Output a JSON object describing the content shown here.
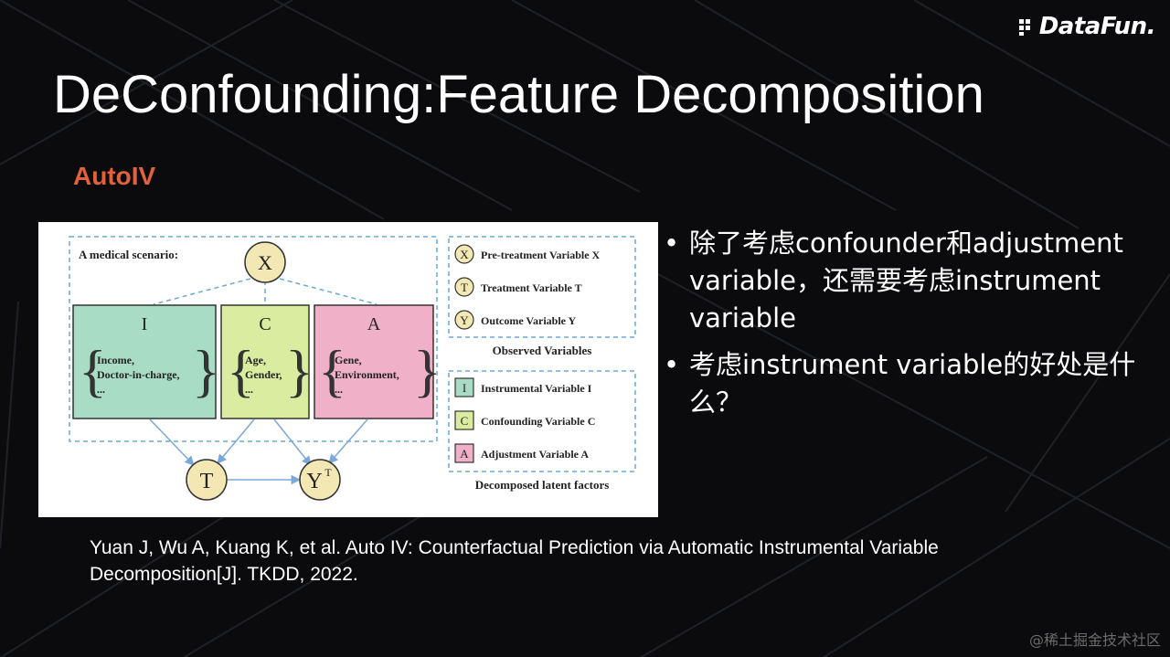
{
  "logo": {
    "text": "DataFun."
  },
  "slide": {
    "title": "DeConfounding:Feature Decomposition",
    "subtitle": "AutoIV",
    "bullets": [
      "除了考虑confounder和adjustment variable，还需要考虑instrument variable",
      "考虑instrument variable的好处是什么？"
    ],
    "citation_line1": "Yuan J, Wu A, Kuang K, et al. Auto IV: Counterfactual Prediction via Automatic Instrumental Variable",
    "citation_line2": "Decomposition[J]. TKDD, 2022."
  },
  "figure": {
    "scenario_label": "A medical scenario:",
    "node_x": "X",
    "node_t": "T",
    "node_y": "Y",
    "node_y_sup": "T",
    "boxes": {
      "i": {
        "letter": "I",
        "line1": "Income,",
        "line2": "Doctor-in-charge,",
        "line3": "..."
      },
      "c": {
        "letter": "C",
        "line1": "Age,",
        "line2": "Gender,",
        "line3": "..."
      },
      "a": {
        "letter": "A",
        "line1": "Gene,",
        "line2": "Environment,",
        "line3": "..."
      }
    },
    "legend_observed": {
      "items": [
        {
          "symbol": "X",
          "label": "Pre-treatment Variable X"
        },
        {
          "symbol": "T",
          "label": "Treatment Variable T"
        },
        {
          "symbol": "Y",
          "label": "Outcome Variable Y"
        }
      ],
      "caption": "Observed Variables"
    },
    "legend_latent": {
      "items": [
        {
          "symbol": "I",
          "label": "Instrumental Variable I"
        },
        {
          "symbol": "C",
          "label": "Confounding Variable C"
        },
        {
          "symbol": "A",
          "label": "Adjustment Variable A"
        }
      ],
      "caption": "Decomposed latent factors"
    },
    "colors": {
      "node_fill": "#f3e7b4",
      "i_fill": "#a8dcc4",
      "c_fill": "#d9ec9f",
      "a_fill": "#efb0c8",
      "dash": "#6aa9d6",
      "arrow": "#7aa8d8"
    }
  },
  "watermark": "@稀土掘金技术社区"
}
